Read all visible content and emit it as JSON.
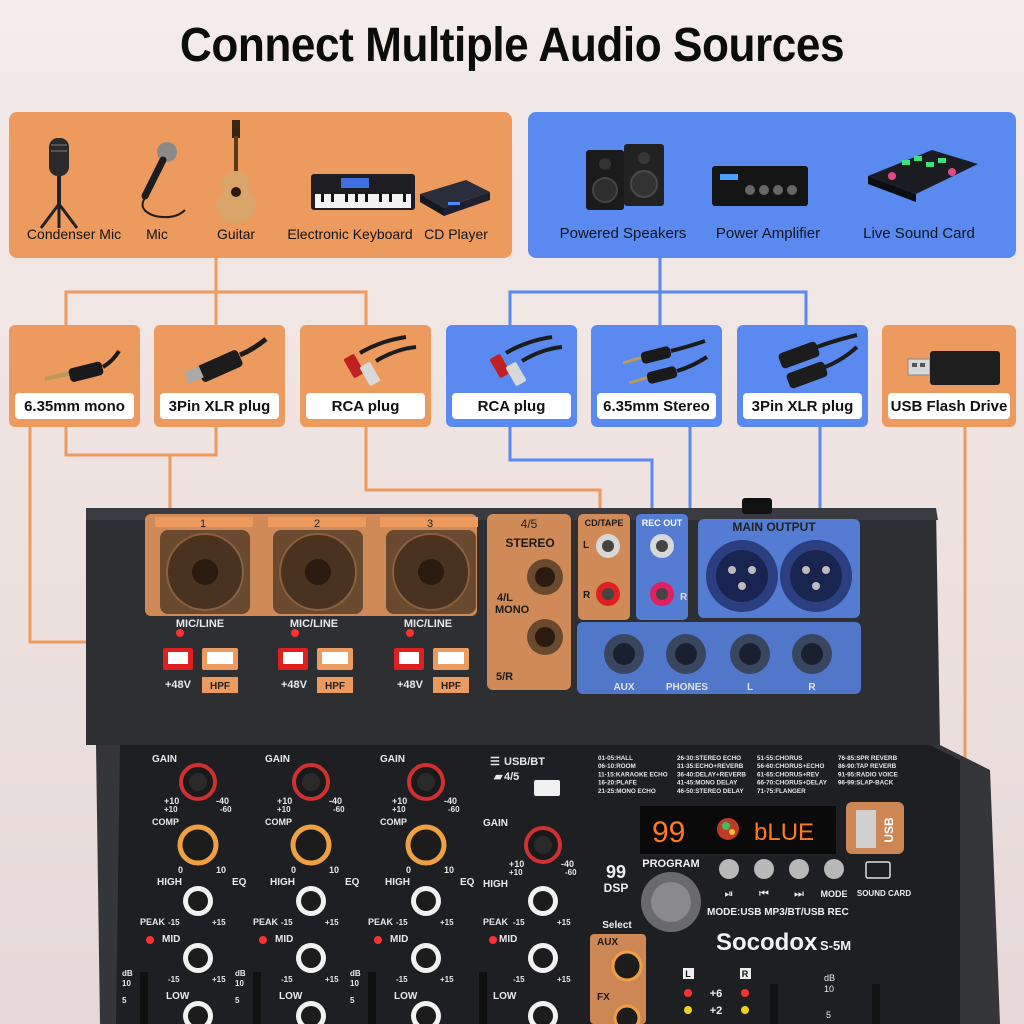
{
  "title": "Connect Multiple Audio Sources",
  "colors": {
    "orange": "#ec9a5e",
    "blue": "#5a8af0",
    "mixer_body": "#2c2d30"
  },
  "inputs": {
    "devices": [
      {
        "label": "Condenser Mic",
        "icon": "condenser-mic-icon"
      },
      {
        "label": "Mic",
        "icon": "handheld-mic-icon"
      },
      {
        "label": "Guitar",
        "icon": "guitar-icon"
      },
      {
        "label": "Electronic Keyboard",
        "icon": "keyboard-icon"
      },
      {
        "label": "CD Player",
        "icon": "cd-player-icon"
      }
    ],
    "cables": [
      {
        "label": "6.35mm mono",
        "icon": "mono-jack-cable-icon"
      },
      {
        "label": "3Pin XLR plug",
        "icon": "xlr-cable-icon"
      },
      {
        "label": "RCA plug",
        "icon": "rca-cable-icon"
      }
    ]
  },
  "outputs": {
    "devices": [
      {
        "label": "Powered Speakers",
        "icon": "speakers-icon"
      },
      {
        "label": "Power Amplifier",
        "icon": "amplifier-icon"
      },
      {
        "label": "Live Sound Card",
        "icon": "sound-card-icon"
      }
    ],
    "cables": [
      {
        "label": "RCA plug",
        "icon": "rca-cable-icon"
      },
      {
        "label": "6.35mm Stereo",
        "icon": "stereo-jack-cable-icon"
      },
      {
        "label": "3Pin XLR plug",
        "icon": "xlr-cable-icon"
      }
    ]
  },
  "usb": {
    "label": "USB Flash Drive",
    "icon": "usb-drive-icon"
  },
  "mixer": {
    "channels": [
      "1",
      "2",
      "3"
    ],
    "stereo_channel": "4/5",
    "stereo_label": "STEREO",
    "mono_label": "4/L\nMONO",
    "mono_l": "4/L",
    "mono": "MONO",
    "r_label": "5/R",
    "mic_line": "MIC/LINE",
    "phantom": "+48V",
    "hpf": "HPF",
    "cd_tape": "CD/TAPE",
    "rec_out": "REC OUT",
    "main_output": "MAIN OUTPUT",
    "l": "L",
    "r": "R",
    "aux": "AUX",
    "phones": "PHONES",
    "gain": "GAIN",
    "comp": "COMP",
    "high": "HIGH",
    "eq": "EQ",
    "mid": "MID",
    "low": "LOW",
    "peak": "PEAK",
    "fx": "FX",
    "usb_bt": "USB/BT",
    "ch45": "4/5",
    "program": "PROGRAM",
    "dsp_num": "99",
    "dsp": "DSP",
    "select": "Select",
    "display_num": "99",
    "display_text": "bLUE",
    "mode_line": "MODE:USB MP3/BT/USB REC",
    "mode": "MODE",
    "sound_card": "SOUND CARD",
    "usb_port": "USB",
    "brand": "Socodox",
    "model": "S-5M",
    "db": "dB",
    "gain_top": "+10",
    "gain_min": "-40",
    "gain_sub_l": "+10",
    "gain_sub_r": "-60",
    "comp_0": "0",
    "comp_10": "10",
    "eq_min": "-15",
    "eq_max": "+15",
    "meter_6": "+6",
    "meter_2": "+2",
    "fader_10": "10",
    "fader_5": "5",
    "fx_presets": [
      [
        "01-05:HALL",
        "26-30:STEREO ECHO",
        "51-55:CHORUS",
        "76-85:SPR REVERB"
      ],
      [
        "06-10:ROOM",
        "31-35:ECHO+REVERB",
        "56-60:CHORUS+ECHO",
        "86-90:TAP REVERB"
      ],
      [
        "11-15:KARAOKE ECHO",
        "36-40:DELAY+REVERB",
        "61-65:CHORUS+REV",
        "91-95:RADIO VOICE"
      ],
      [
        "16-20:PLAFE",
        "41-45:MONO DELAY",
        "66-70:CHORUS+DELAY",
        "96-99:SLAP-BACK"
      ],
      [
        "21-25:MONO ECHO",
        "46-50:STEREO DELAY",
        "71-75:FLANGER",
        ""
      ]
    ]
  }
}
